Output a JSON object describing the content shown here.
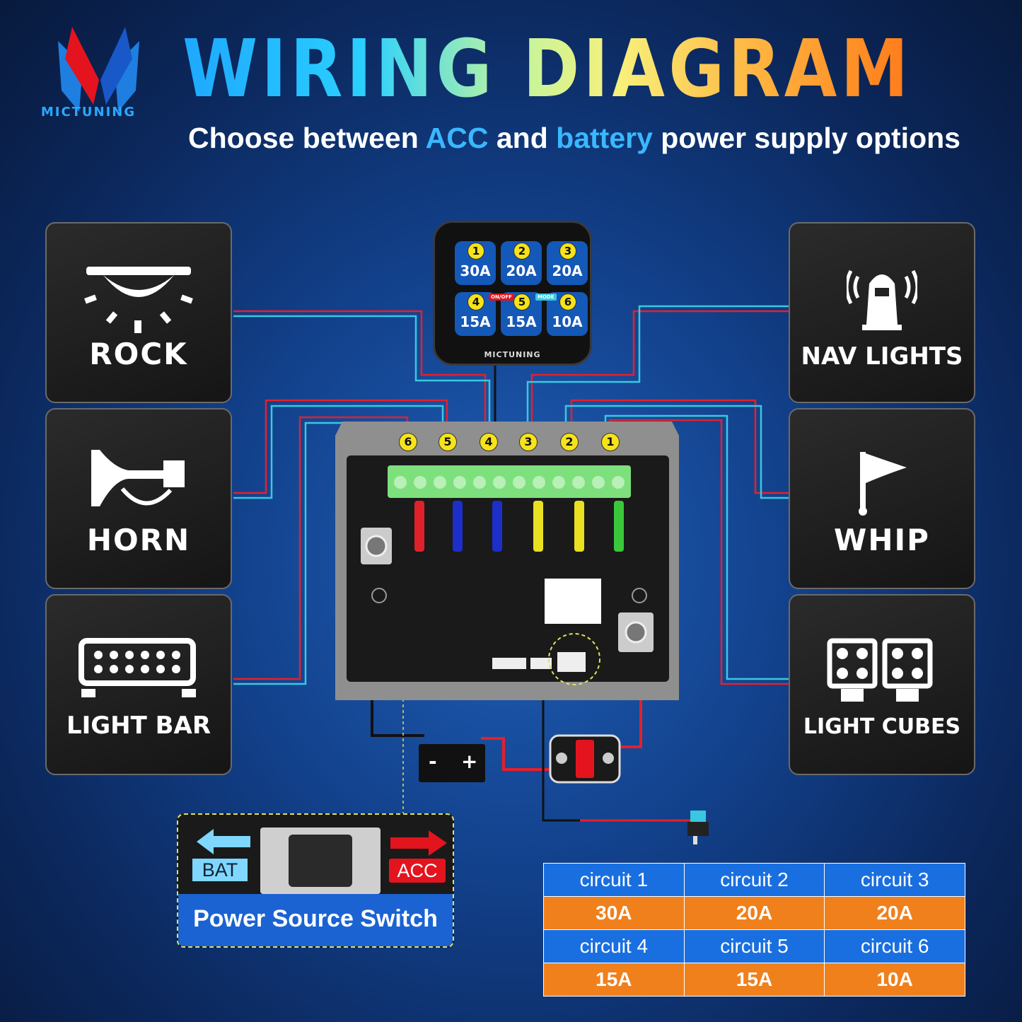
{
  "logo": {
    "text": "MICTUNING"
  },
  "title": "WIRING DIAGRAM",
  "subtitle": {
    "pre": "Choose between ",
    "acc": "ACC",
    "mid": " and ",
    "battery": "battery",
    "post": " power supply options"
  },
  "left_cards": [
    {
      "label": "ROCK",
      "icon": "rock-light-icon"
    },
    {
      "label": "HORN",
      "icon": "horn-icon"
    },
    {
      "label": "LIGHT BAR",
      "icon": "light-bar-icon"
    }
  ],
  "right_cards": [
    {
      "label": "NAV LIGHTS",
      "icon": "nav-light-icon"
    },
    {
      "label": "WHIP",
      "icon": "whip-flag-icon"
    },
    {
      "label": "LIGHT CUBES",
      "icon": "light-cubes-icon"
    }
  ],
  "controller": {
    "brand": "MICTUNING",
    "onoff_tag": "ON/OFF",
    "mode_tag": "MODE",
    "keys": [
      {
        "num": "1",
        "amp": "30A"
      },
      {
        "num": "2",
        "amp": "20A"
      },
      {
        "num": "3",
        "amp": "20A"
      },
      {
        "num": "4",
        "amp": "15A"
      },
      {
        "num": "5",
        "amp": "15A"
      },
      {
        "num": "6",
        "amp": "10A"
      }
    ]
  },
  "relay_box": {
    "pins": [
      "6",
      "5",
      "4",
      "3",
      "2",
      "1"
    ],
    "fuse_colors": [
      "#e0202a",
      "#1c2fc8",
      "#1c2fc8",
      "#e8e020",
      "#e8e020",
      "#3ac83a"
    ]
  },
  "battery": {
    "minus": "-",
    "plus": "+"
  },
  "power_switch": {
    "bat": "BAT",
    "acc": "ACC",
    "label": "Power Source Switch"
  },
  "circuit_table": {
    "rows": [
      {
        "names": [
          "circuit 1",
          "circuit 2",
          "circuit 3"
        ],
        "amps": [
          "30A",
          "20A",
          "20A"
        ]
      },
      {
        "names": [
          "circuit 4",
          "circuit 5",
          "circuit 6"
        ],
        "amps": [
          "15A",
          "15A",
          "10A"
        ]
      }
    ]
  },
  "colors": {
    "red_wire": "#e5202a",
    "cyan_wire": "#39c8e0",
    "table_blue": "#1a6fe0",
    "table_orange": "#f0801c"
  }
}
